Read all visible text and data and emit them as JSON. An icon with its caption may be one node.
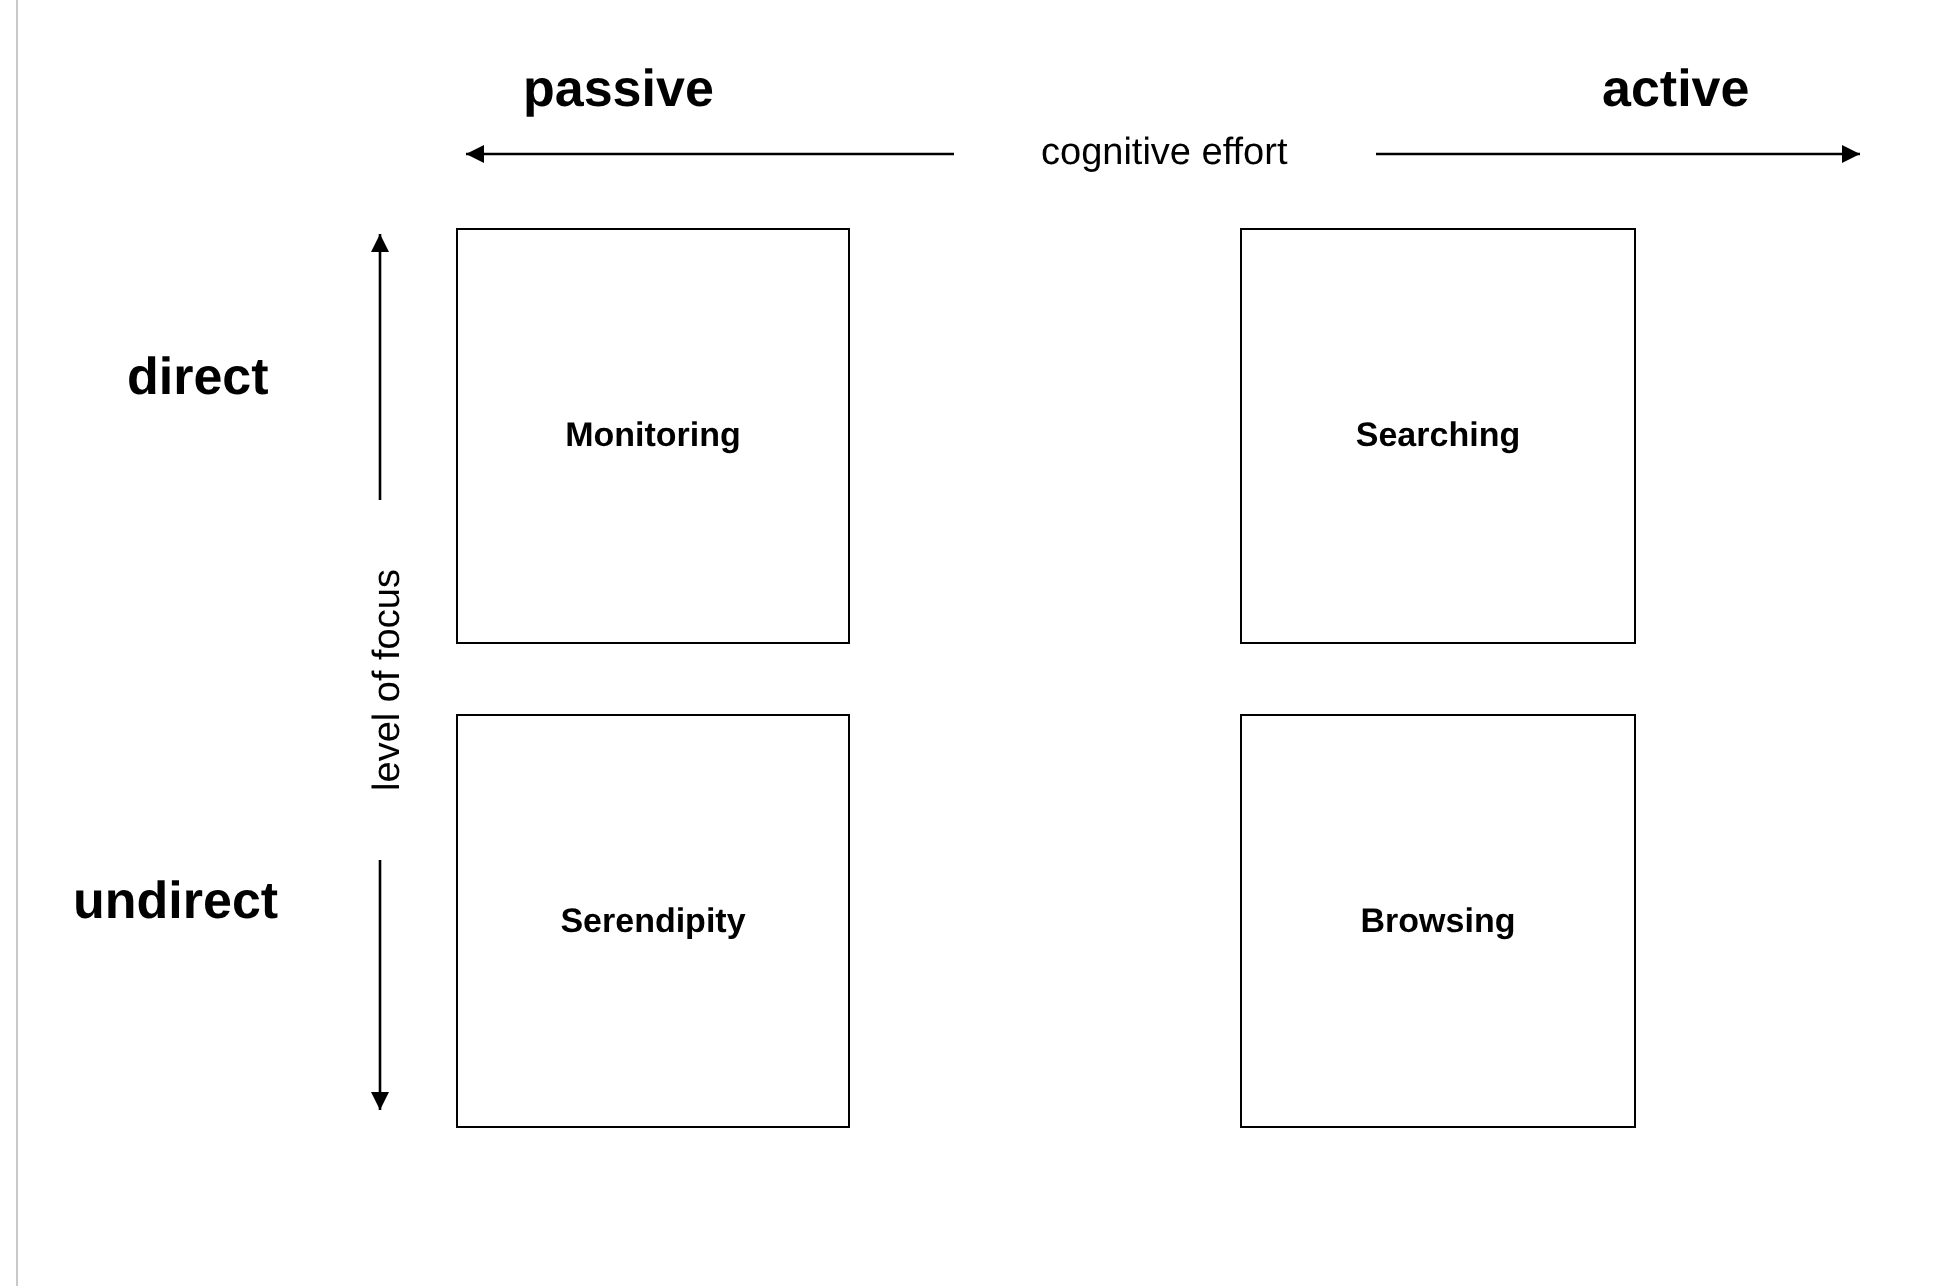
{
  "diagram": {
    "nodes": [
      {
        "text": [
          "Monitoring"
        ]
      },
      {
        "text": [
          "Searching"
        ]
      },
      {
        "text": [
          "Serendipity"
        ]
      },
      {
        "text": [
          "Browsing"
        ]
      }
    ],
    "labels": [
      "passive",
      "active",
      "cognitive effort",
      "direct",
      "undirect",
      "level of focus"
    ]
  }
}
